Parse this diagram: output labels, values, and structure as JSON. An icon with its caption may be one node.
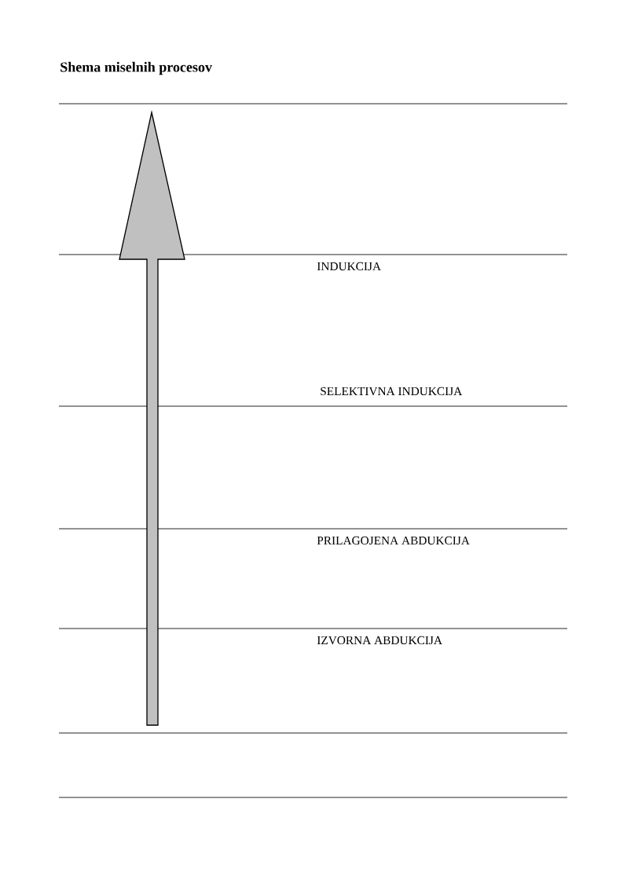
{
  "diagram": {
    "title": "Shema miselnih procesov",
    "labels": [
      "INDUKCIJA",
      "SELEKTIVNA INDUKCIJA",
      "PRILAGOJENA ABDUKCIJA",
      "IZVORNA ABDUKCIJA"
    ]
  }
}
